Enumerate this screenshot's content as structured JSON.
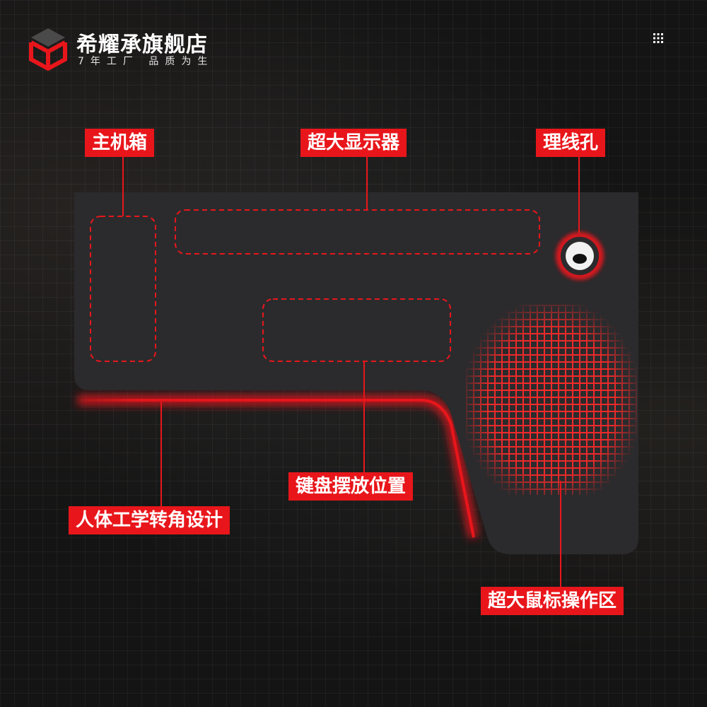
{
  "brand": {
    "name": "希耀承旗舰店",
    "slogan": "7年工厂 品质为生"
  },
  "icons": {
    "logo": "cube-logo-icon",
    "menu": "grid-menu-icon",
    "cable_hole": "cable-hole-icon"
  },
  "colors": {
    "accent": "#e8161b",
    "desk_surface": "#2b2b2d",
    "background": "#141414",
    "text": "#ffffff"
  },
  "callouts": {
    "host_case": "主机箱",
    "large_monitor": "超大显示器",
    "cable_hole": "理线孔",
    "keyboard_area": "键盘摆放位置",
    "ergonomic_corner": "人体工学转角设计",
    "mouse_area": "超大鼠标操作区"
  }
}
